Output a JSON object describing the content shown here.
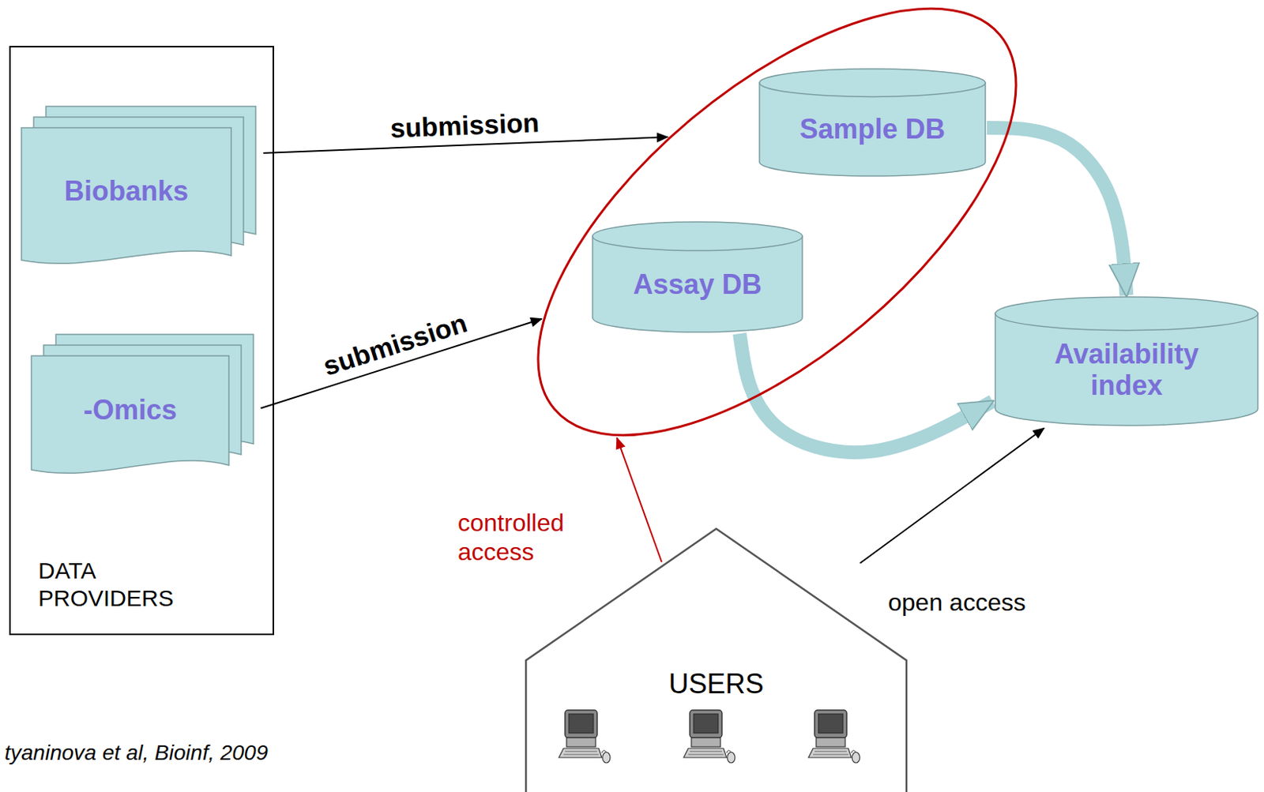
{
  "diagram": {
    "caption": "tyaninova et al, Bioinf, 2009",
    "nodes": [
      {
        "text": [
          "DATA PROVIDERS"
        ]
      },
      {
        "text": [
          "Biobanks"
        ],
        "in": 0
      },
      {
        "text": [
          "-Omics"
        ],
        "in": 0
      },
      {
        "text": []
      },
      {
        "text": [
          "Sample DB"
        ],
        "in": 3
      },
      {
        "text": [
          "Assay DB"
        ],
        "in": 3
      },
      {
        "text": [
          "Availability index"
        ]
      },
      {
        "text": [
          "USERS"
        ]
      }
    ],
    "edges": [
      {
        "from": 1,
        "to": 3,
        "label": "submission",
        "arrow": "to"
      },
      {
        "from": 2,
        "to": 3,
        "label": "submission",
        "arrow": "to"
      },
      {
        "from": 4,
        "to": 6,
        "arrow": "to"
      },
      {
        "from": 5,
        "to": 6,
        "arrow": "to"
      },
      {
        "from": 7,
        "to": 3,
        "label": "controlled access",
        "arrow": "to"
      },
      {
        "from": 7,
        "to": 6,
        "label": "open access",
        "arrow": "to"
      }
    ]
  }
}
